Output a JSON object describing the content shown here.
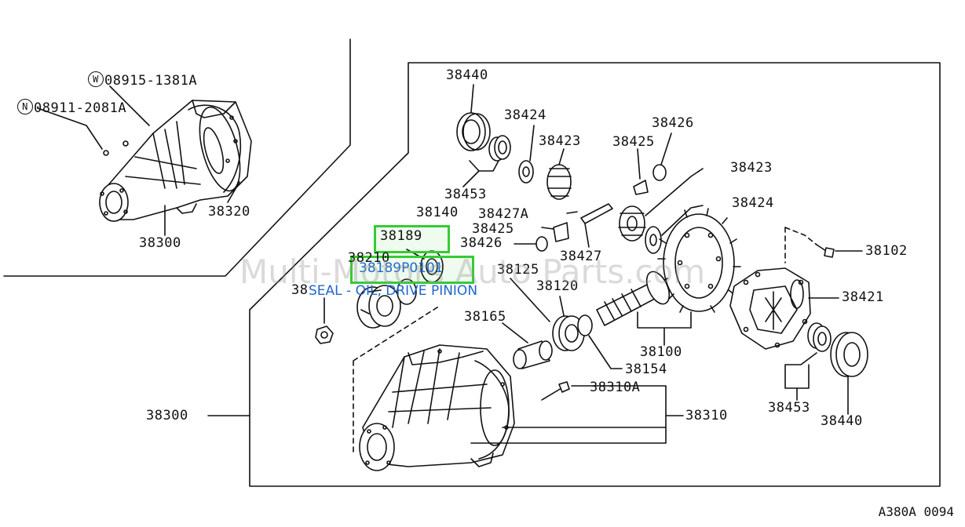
{
  "watermark": "Multi-Motors Auto Parts.com",
  "drawing_code": "A380A 0094",
  "highlight": {
    "part_number": "38189P0101",
    "ref_number": "38189",
    "description": "SEAL - OIL, DRIVE PINION",
    "color": "#33cc33",
    "text_color": "#1e66d0"
  },
  "inset": {
    "callouts": [
      {
        "id": "w",
        "symbol": "W",
        "text": "08915-1381A"
      },
      {
        "id": "n",
        "symbol": "N",
        "text": "08911-2081A"
      },
      {
        "id": "i38320",
        "text": "38320"
      },
      {
        "id": "i38300",
        "text": "38300"
      }
    ]
  },
  "main": {
    "callouts": [
      {
        "id": "m38440a",
        "text": "38440"
      },
      {
        "id": "m38424a",
        "text": "38424"
      },
      {
        "id": "m38423a",
        "text": "38423"
      },
      {
        "id": "m38425a",
        "text": "38425"
      },
      {
        "id": "m38426a",
        "text": "38426"
      },
      {
        "id": "m38423b",
        "text": "38423"
      },
      {
        "id": "m38453a",
        "text": "38453"
      },
      {
        "id": "m38140",
        "text": "38140"
      },
      {
        "id": "m38427a",
        "text": "38427A"
      },
      {
        "id": "m38424b",
        "text": "38424"
      },
      {
        "id": "m38425b",
        "text": "38425"
      },
      {
        "id": "m38426b",
        "text": "38426"
      },
      {
        "id": "m38427",
        "text": "38427"
      },
      {
        "id": "m38102",
        "text": "38102"
      },
      {
        "id": "m38210",
        "text": "38210"
      },
      {
        "id": "m38125",
        "text": "38125"
      },
      {
        "id": "m38120",
        "text": "38120"
      },
      {
        "id": "m38421",
        "text": "38421"
      },
      {
        "id": "m38165",
        "text": "38165"
      },
      {
        "id": "m38100",
        "text": "38100"
      },
      {
        "id": "m38154",
        "text": "38154"
      },
      {
        "id": "m38310a",
        "text": "38310A"
      },
      {
        "id": "m38300",
        "text": "38300"
      },
      {
        "id": "m38310",
        "text": "38310"
      },
      {
        "id": "m38453b",
        "text": "38453"
      },
      {
        "id": "m38440b",
        "text": "38440"
      },
      {
        "id": "m38_partial",
        "text": "38"
      }
    ]
  }
}
